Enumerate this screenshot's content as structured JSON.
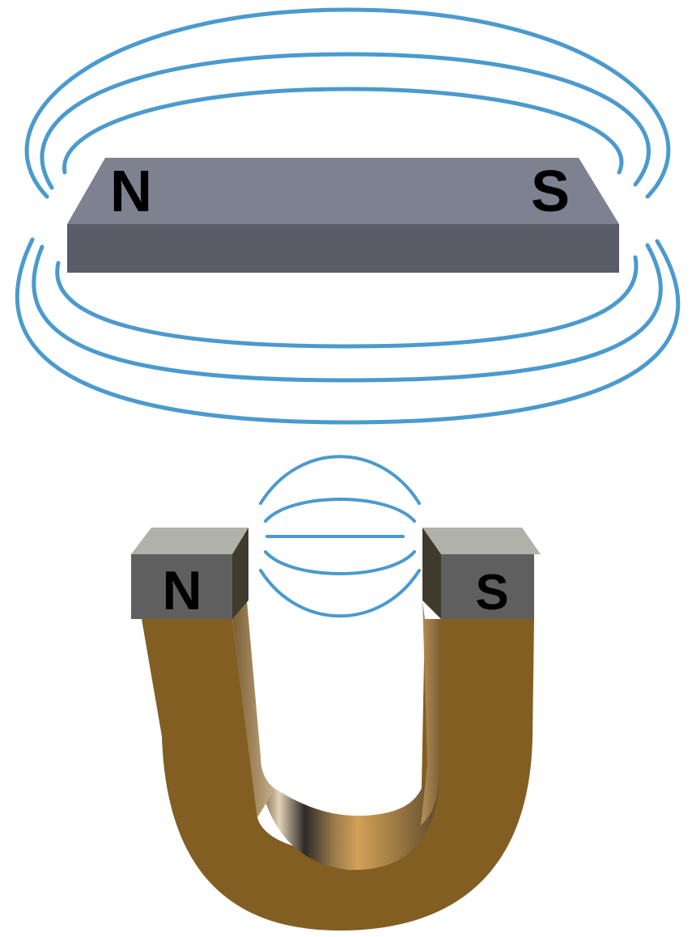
{
  "colors": {
    "field_line": "#4A9ACE",
    "bar_top": "#7E818F",
    "bar_front": "#5A5C68",
    "horseshoe_body": "#825E22",
    "pole_top": "#B0B1A8",
    "pole_front": "#5F5F5F",
    "pole_side": "#3E3A2C"
  },
  "bar_magnet": {
    "north_label": "N",
    "south_label": "S"
  },
  "horseshoe_magnet": {
    "north_label": "N",
    "south_label": "S"
  }
}
